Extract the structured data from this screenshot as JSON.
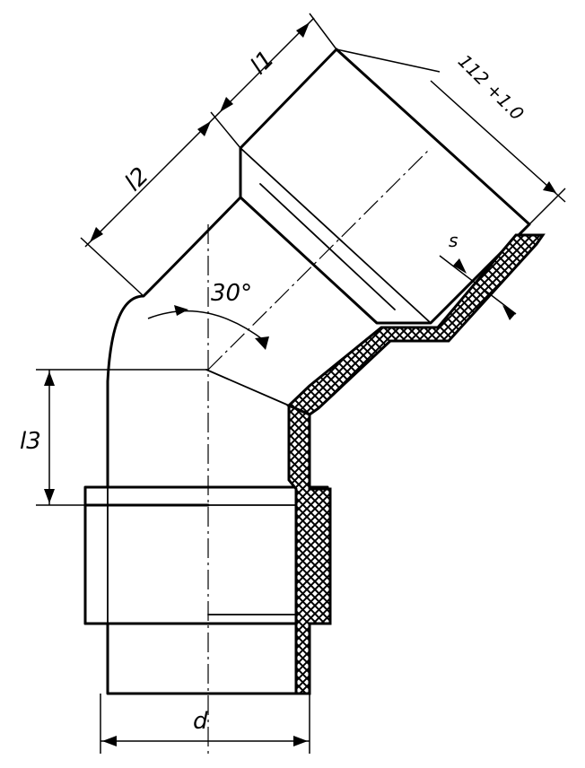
{
  "labels": {
    "l1": "l1",
    "l2": "l2",
    "l3": "l3",
    "s": "s",
    "d": "d",
    "angle": "30°",
    "length_112": "112 +1.0"
  },
  "colors": {
    "line": "#000000",
    "background": "#ffffff"
  }
}
